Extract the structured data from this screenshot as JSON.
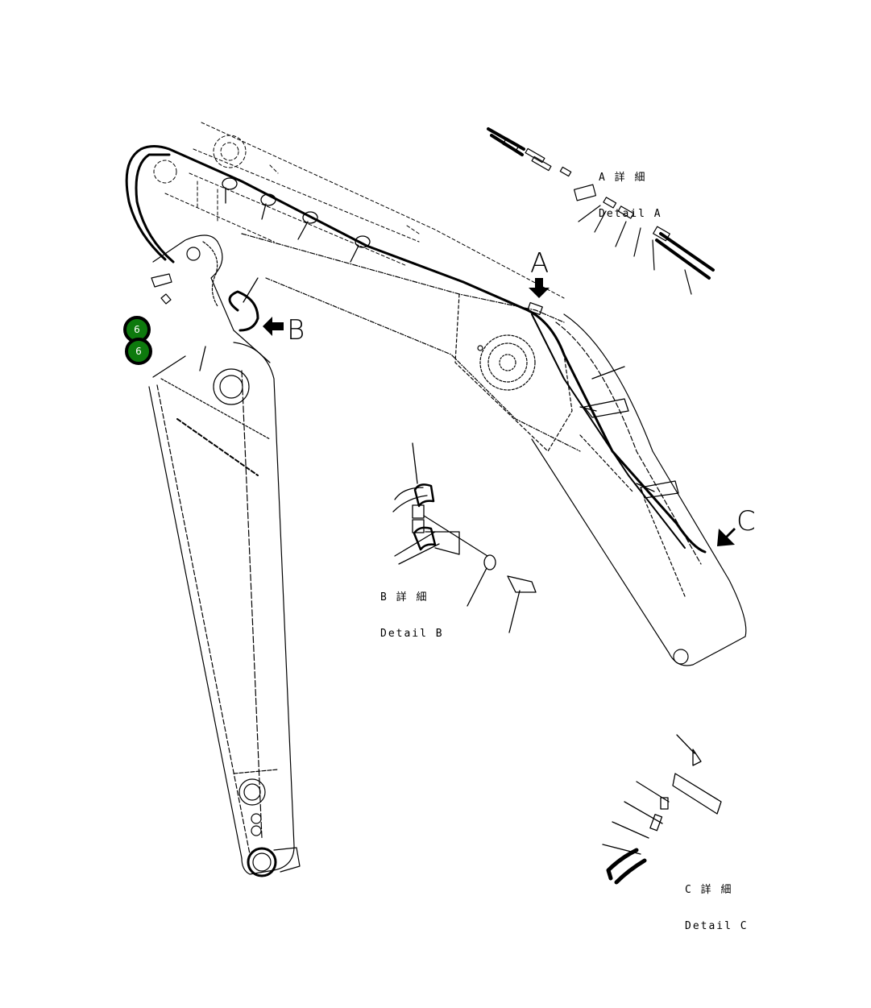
{
  "diagram": {
    "subject": "Excavator arm wiring harness",
    "view_labels": {
      "A": "A",
      "B": "B",
      "C": "C"
    },
    "details": [
      {
        "id": "A",
        "title_jp": "A 詳 細",
        "title_en": "Detail A"
      },
      {
        "id": "B",
        "title_jp": "B 詳 細",
        "title_en": "Detail B"
      },
      {
        "id": "C",
        "title_jp": "C 詳 細",
        "title_en": "Detail C"
      }
    ],
    "callouts": [
      {
        "number": "6",
        "color": "#0d7a0d"
      },
      {
        "number": "6",
        "color": "#0d7a0d"
      }
    ],
    "colors": {
      "line": "#000000",
      "background": "#ffffff",
      "callout_fill": "#0d7a0d",
      "callout_text": "#ffffff"
    }
  }
}
